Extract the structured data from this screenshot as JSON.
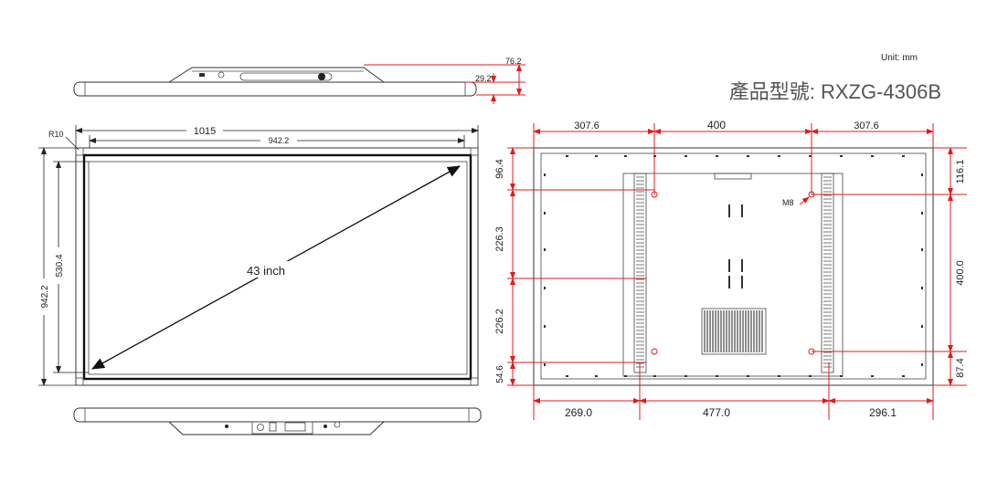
{
  "unit_label": "Unit: mm",
  "model_title": "產品型號: RXZG-4306B",
  "front_view": {
    "radius_label": "R10",
    "outer_width": "1015",
    "inner_width": "942.2",
    "outer_height": "942.2",
    "inner_height": "530.4",
    "diagonal": "43 inch"
  },
  "top_view": {
    "depth_total": "76.2",
    "depth_frame": "29.2"
  },
  "rear_view": {
    "top_left": "307.6",
    "top_mid": "400",
    "top_right": "307.6",
    "left_top": "96.4",
    "left_upper": "226.3",
    "left_lower": "226.2",
    "left_bottom": "54.6",
    "right_top": "116.1",
    "right_mid": "400.0",
    "right_bottom": "87.4",
    "bottom_left": "269.0",
    "bottom_mid": "477.0",
    "bottom_right": "296.1",
    "screw_label": "M8"
  },
  "colors": {
    "dimension_red": "#e01b1b",
    "outline": "#333333"
  }
}
